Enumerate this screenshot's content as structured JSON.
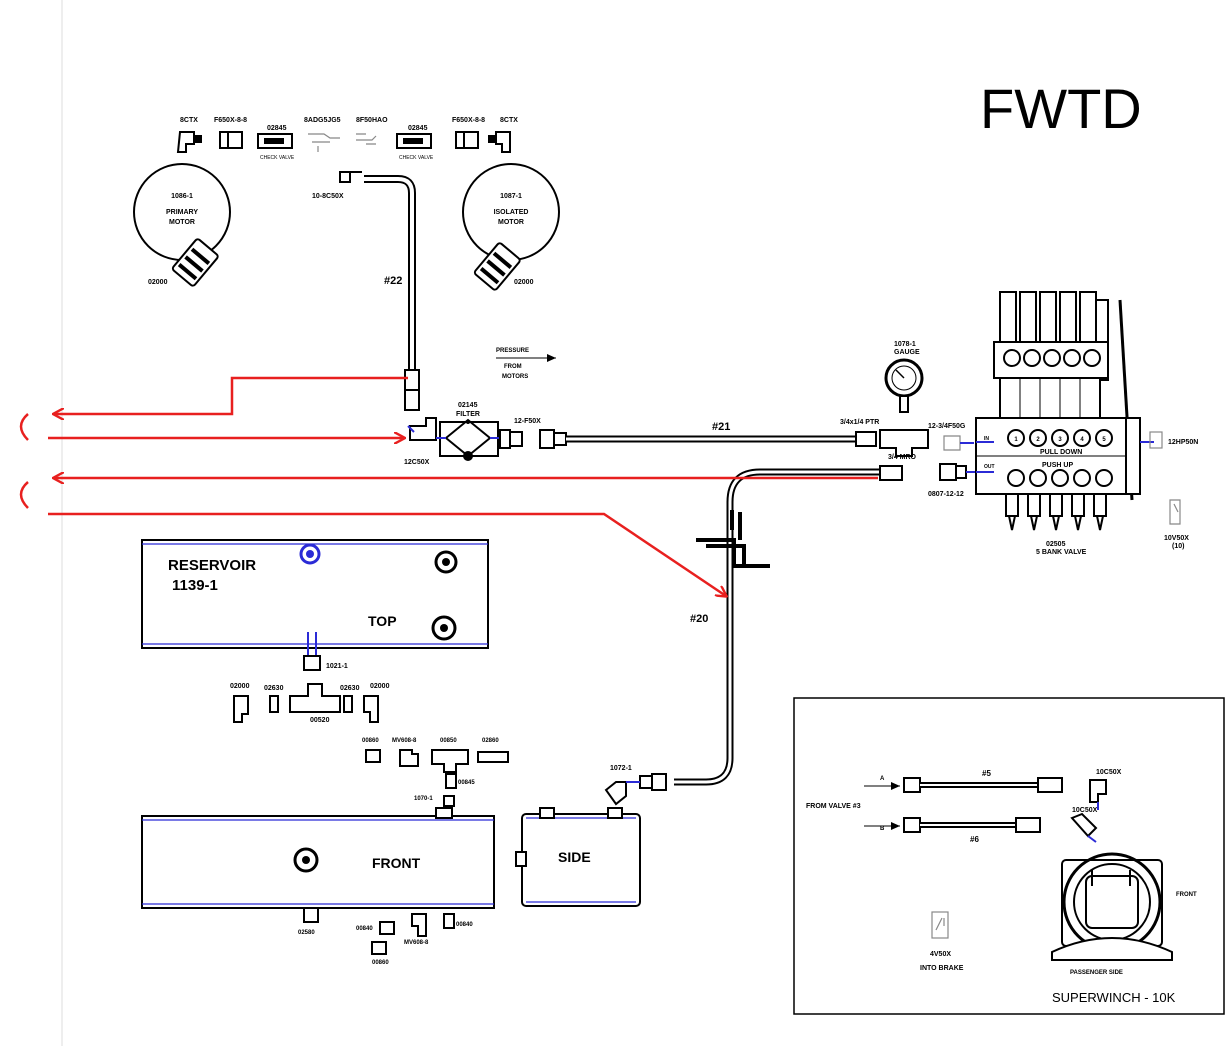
{
  "title": "FWTD",
  "motors": {
    "primary": {
      "part": "1086-1",
      "name1": "PRIMARY",
      "name2": "MOTOR",
      "fitting": "02000"
    },
    "isolated": {
      "part": "1087-1",
      "name1": "ISOLATED",
      "name2": "MOTOR",
      "fitting": "02000"
    }
  },
  "top_fittings": {
    "l_ctx": "8CTX",
    "l_f650": "F650X-8-8",
    "l_check": "02845",
    "l_check_label": "CHECK VALVE",
    "adg": "8ADG5JG5",
    "f50hao": "8F50HAO",
    "r_check": "02845",
    "r_check_label": "CHECK VALVE",
    "r_f650": "F650X-8-8",
    "r_ctx": "8CTX",
    "c50x": "10-8C50X"
  },
  "hoses": {
    "h22": "#22",
    "h21": "#21",
    "h20": "#20"
  },
  "pressure": {
    "l1": "PRESSURE",
    "l2": "FROM",
    "l3": "MOTORS"
  },
  "filter": {
    "part": "02145",
    "name": "FILTER",
    "f50x": "12-F50X",
    "c50x": "12C50X"
  },
  "gauge": {
    "part": "1078-1",
    "name": "GAUGE",
    "ptr": "3/4x1/4 PTR",
    "mro": "3/4 MRO",
    "f50g": "12-3/4F50G",
    "o807": "0807-12-12"
  },
  "valve": {
    "pull_down": "PULL DOWN",
    "push_up": "PUSH UP",
    "in_label": "IN",
    "out_label": "OUT",
    "part": "02505",
    "name": "5 BANK VALVE",
    "hp": "12HP50N",
    "v50x": "10V50X",
    "v50x_qty": "(10)",
    "numbers": [
      "1",
      "2",
      "3",
      "4",
      "5"
    ]
  },
  "reservoir": {
    "name": "RESERVOIR",
    "part": "1139-1",
    "top": "TOP",
    "front": "FRONT",
    "side": "SIDE"
  },
  "res_fittings": {
    "f1021": "1021-1",
    "f02000a": "02000",
    "f02630a": "02630",
    "f00520": "00520",
    "f02630b": "02630",
    "f02000b": "02000",
    "f00860a": "00860",
    "mv608a": "MV608-8",
    "f00850": "00850",
    "f02860": "02860",
    "f00845": "00845",
    "f1070": "1070-1",
    "f1072": "1072-1",
    "f02580": "02580",
    "f00840a": "00840",
    "mv608b": "MV608-8",
    "f00840b": "00840",
    "f00860b": "00860"
  },
  "winch": {
    "a": "A",
    "b": "B",
    "from_valve": "FROM VALVE #3",
    "h5": "#5",
    "h6": "#6",
    "c50x_a": "10C50X",
    "c50x_b": "10C50X",
    "front": "FRONT",
    "passenger": "PASSENGER SIDE",
    "v50x": "4V50X",
    "into_brake": "INTO BRAKE",
    "title": "SUPERWINCH - 10K"
  },
  "colors": {
    "red": "#e8201f",
    "blue": "#2b2bd6",
    "black": "#000000"
  }
}
